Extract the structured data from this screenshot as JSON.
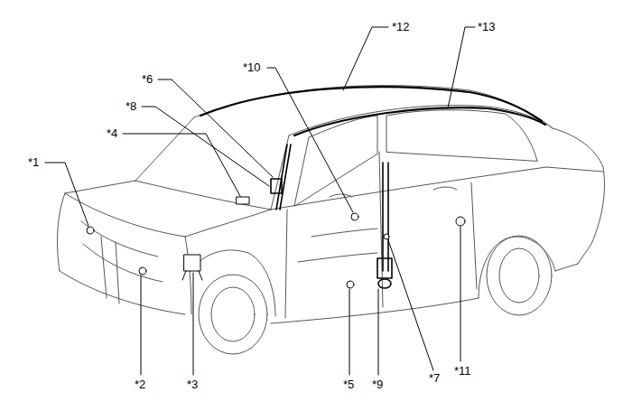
{
  "diagram": {
    "labels": [
      "*1",
      "*2",
      "*3",
      "*4",
      "*5",
      "*6",
      "*7",
      "*8",
      "*9",
      "*10",
      "*11",
      "*12",
      "*13"
    ]
  }
}
